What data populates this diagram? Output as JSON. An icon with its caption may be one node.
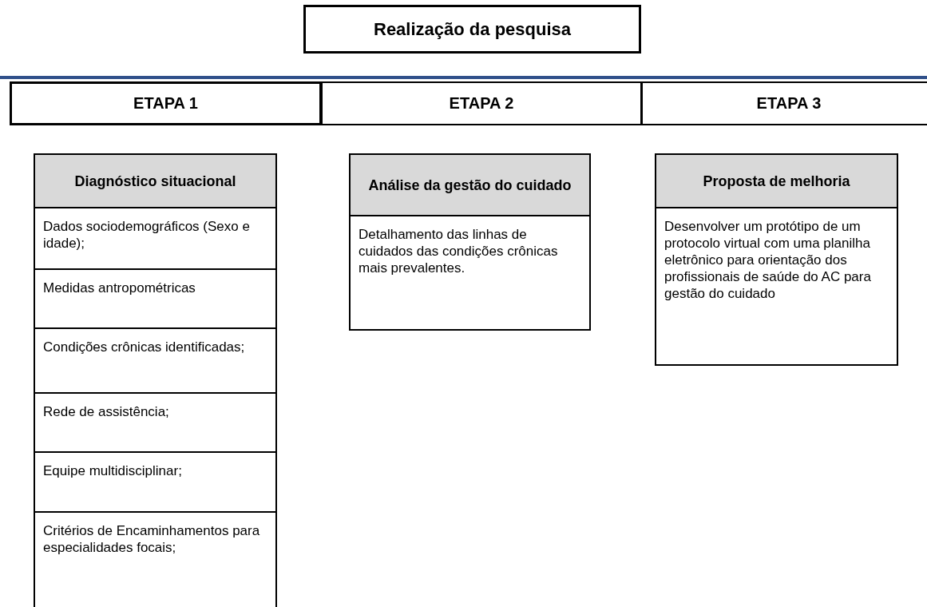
{
  "diagram": {
    "nodes": [
      {
        "text": [
          "Realização da pesquisa"
        ]
      },
      {
        "text": [
          "ETAPA 1"
        ]
      },
      {
        "text": [
          "ETAPA 2"
        ]
      },
      {
        "text": [
          "ETAPA 3"
        ]
      },
      {
        "text": [
          "Diagnóstico situacional"
        ]
      },
      {
        "text": [
          "Dados sociodemográficos (Sexo e idade);"
        ]
      },
      {
        "text": [
          "Medidas antropométricas"
        ]
      },
      {
        "text": [
          "Condições crônicas identificadas;"
        ]
      },
      {
        "text": [
          "Rede de assistência;"
        ]
      },
      {
        "text": [
          "Equipe multidisciplinar;"
        ]
      },
      {
        "text": [
          "Critérios de Encaminhamentos para especialidades focais;"
        ]
      },
      {
        "text": [
          "Análise da gestão do cuidado"
        ]
      },
      {
        "text": [
          "Detalhamento das linhas de cuidados das condições crônicas mais prevalentes."
        ]
      },
      {
        "text": [
          "Proposta de melhoria"
        ]
      },
      {
        "text": [
          "Desenvolver um protótipo de um protocolo virtual com uma planilha eletrônico para orientação dos profissionais de saúde do AC para gestão do cuidado"
        ]
      }
    ],
    "edges": []
  }
}
